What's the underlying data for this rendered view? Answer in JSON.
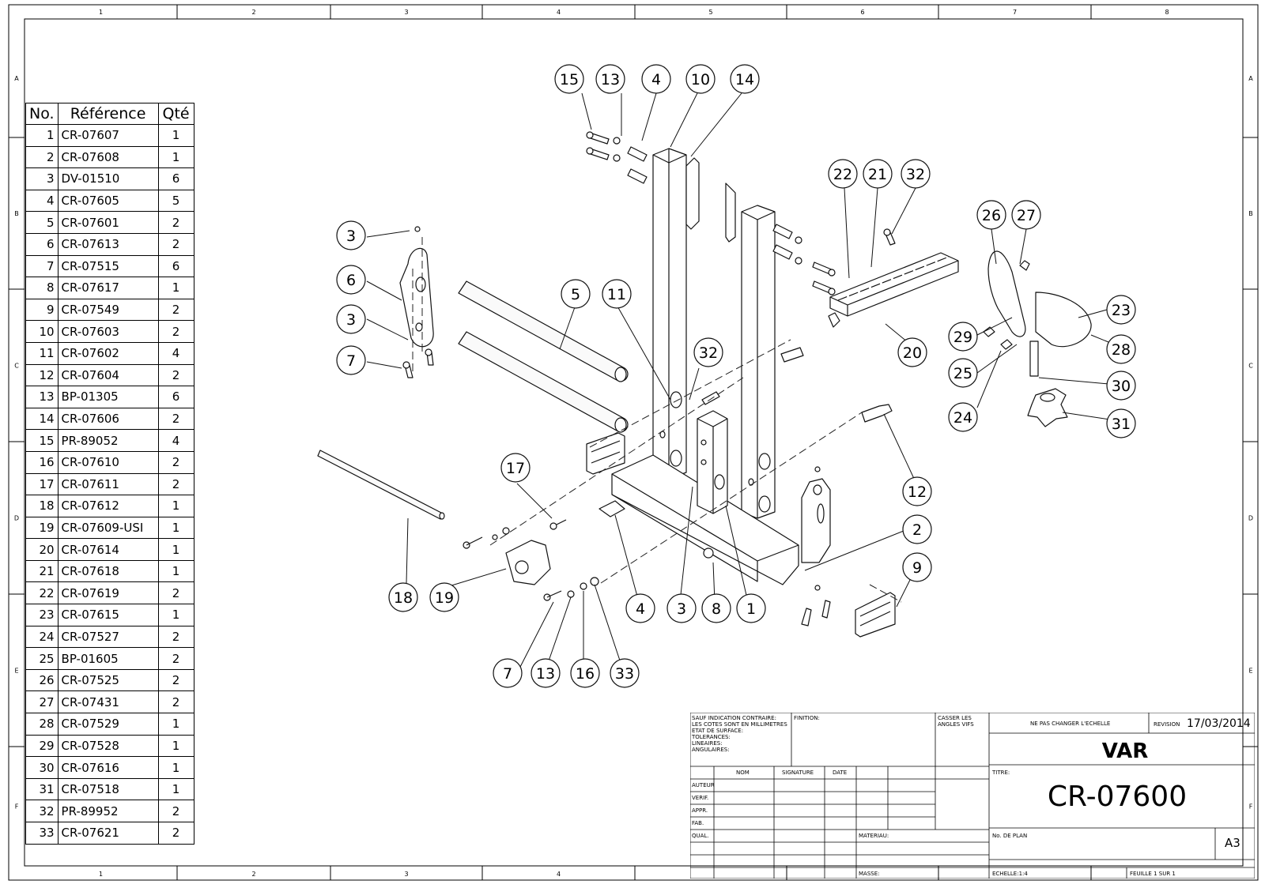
{
  "border_zones": {
    "columns": [
      "1",
      "2",
      "3",
      "4",
      "5",
      "6",
      "7",
      "8"
    ],
    "rows": [
      "A",
      "B",
      "C",
      "D",
      "E",
      "F"
    ]
  },
  "bom": {
    "headers": {
      "no": "No.",
      "ref": "Référence",
      "qty": "Qté"
    },
    "rows": [
      {
        "no": "1",
        "ref": "CR-07607",
        "qty": "1"
      },
      {
        "no": "2",
        "ref": "CR-07608",
        "qty": "1"
      },
      {
        "no": "3",
        "ref": "DV-01510",
        "qty": "6"
      },
      {
        "no": "4",
        "ref": "CR-07605",
        "qty": "5"
      },
      {
        "no": "5",
        "ref": "CR-07601",
        "qty": "2"
      },
      {
        "no": "6",
        "ref": "CR-07613",
        "qty": "2"
      },
      {
        "no": "7",
        "ref": "CR-07515",
        "qty": "6"
      },
      {
        "no": "8",
        "ref": "CR-07617",
        "qty": "1"
      },
      {
        "no": "9",
        "ref": "CR-07549",
        "qty": "2"
      },
      {
        "no": "10",
        "ref": "CR-07603",
        "qty": "2"
      },
      {
        "no": "11",
        "ref": "CR-07602",
        "qty": "4"
      },
      {
        "no": "12",
        "ref": "CR-07604",
        "qty": "2"
      },
      {
        "no": "13",
        "ref": "BP-01305",
        "qty": "6"
      },
      {
        "no": "14",
        "ref": "CR-07606",
        "qty": "2"
      },
      {
        "no": "15",
        "ref": "PR-89052",
        "qty": "4"
      },
      {
        "no": "16",
        "ref": "CR-07610",
        "qty": "2"
      },
      {
        "no": "17",
        "ref": "CR-07611",
        "qty": "2"
      },
      {
        "no": "18",
        "ref": "CR-07612",
        "qty": "1"
      },
      {
        "no": "19",
        "ref": "CR-07609-USI",
        "qty": "1"
      },
      {
        "no": "20",
        "ref": "CR-07614",
        "qty": "1"
      },
      {
        "no": "21",
        "ref": "CR-07618",
        "qty": "1"
      },
      {
        "no": "22",
        "ref": "CR-07619",
        "qty": "2"
      },
      {
        "no": "23",
        "ref": "CR-07615",
        "qty": "1"
      },
      {
        "no": "24",
        "ref": "CR-07527",
        "qty": "2"
      },
      {
        "no": "25",
        "ref": "BP-01605",
        "qty": "2"
      },
      {
        "no": "26",
        "ref": "CR-07525",
        "qty": "2"
      },
      {
        "no": "27",
        "ref": "CR-07431",
        "qty": "2"
      },
      {
        "no": "28",
        "ref": "CR-07529",
        "qty": "1"
      },
      {
        "no": "29",
        "ref": "CR-07528",
        "qty": "1"
      },
      {
        "no": "30",
        "ref": "CR-07616",
        "qty": "1"
      },
      {
        "no": "31",
        "ref": "CR-07518",
        "qty": "1"
      },
      {
        "no": "32",
        "ref": "PR-89952",
        "qty": "2"
      },
      {
        "no": "33",
        "ref": "CR-07621",
        "qty": "2"
      }
    ]
  },
  "balloons": {
    "top": [
      "15",
      "13",
      "4",
      "10",
      "14"
    ],
    "right_top": [
      "22",
      "21",
      "32"
    ],
    "handle": [
      "26",
      "27",
      "23",
      "29",
      "28",
      "25",
      "30",
      "24",
      "31"
    ],
    "left": [
      "3",
      "6",
      "3",
      "7"
    ],
    "middle": [
      "5",
      "11",
      "32",
      "17",
      "12",
      "2",
      "9"
    ],
    "bottom": [
      "18",
      "19",
      "4",
      "3",
      "8",
      "1",
      "7",
      "13",
      "16",
      "33",
      "20"
    ]
  },
  "title_block": {
    "tolerances": "SAUF INDICATION CONTRAIRE:\nLES COTES SONT EN MILLIMETRES\nETAT DE SURFACE:\nTOLERANCES:\n  LINEAIRES:\n  ANGULAIRES:",
    "finish_label": "FINITION:",
    "deburr_label": "CASSER LES\nANGLES VIFS",
    "no_scale": "NE PAS CHANGER L'ECHELLE",
    "revision_label": "REVISION",
    "revision_date": "17/03/2014",
    "company": "VAR",
    "col_nom": "NOM",
    "col_signature": "SIGNATURE",
    "col_date": "DATE",
    "roles": [
      "AUTEUR",
      "VERIF.",
      "APPR.",
      "FAB.",
      "QUAL."
    ],
    "material_label": "MATERIAU:",
    "titre_label": "TITRE:",
    "drawing_title": "CR-07600",
    "plan_label": "No. DE PLAN",
    "sheet_size": "A3",
    "mass_label": "MASSE:",
    "scale": "ECHELLE:1:4",
    "sheet_count": "FEUILLE 1 SUR 1"
  }
}
